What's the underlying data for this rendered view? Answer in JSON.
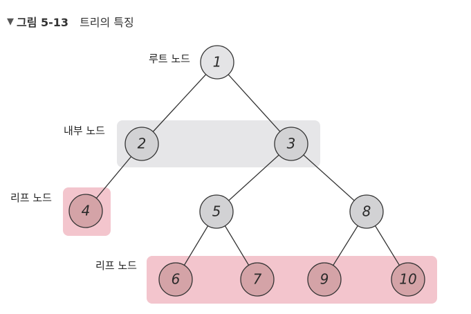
{
  "caption": {
    "marker": "▼",
    "figure": "그림 5-13",
    "title": "트리의 특징"
  },
  "labels": {
    "root": "루트 노드",
    "internal": "내부 노드",
    "leaf_left": "리프 노드",
    "leaf_bottom": "리프 노드"
  },
  "nodes": [
    {
      "id": "n1",
      "label": "1",
      "kind": "root"
    },
    {
      "id": "n2",
      "label": "2",
      "kind": "internal"
    },
    {
      "id": "n3",
      "label": "3",
      "kind": "internal"
    },
    {
      "id": "n4",
      "label": "4",
      "kind": "leaf"
    },
    {
      "id": "n5",
      "label": "5",
      "kind": "internal"
    },
    {
      "id": "n8",
      "label": "8",
      "kind": "internal"
    },
    {
      "id": "n6",
      "label": "6",
      "kind": "leaf"
    },
    {
      "id": "n7",
      "label": "7",
      "kind": "leaf"
    },
    {
      "id": "n9",
      "label": "9",
      "kind": "leaf"
    },
    {
      "id": "n10",
      "label": "10",
      "kind": "leaf"
    }
  ],
  "edges": [
    [
      "n1",
      "n2"
    ],
    [
      "n1",
      "n3"
    ],
    [
      "n2",
      "n4"
    ],
    [
      "n3",
      "n5"
    ],
    [
      "n3",
      "n8"
    ],
    [
      "n5",
      "n6"
    ],
    [
      "n5",
      "n7"
    ],
    [
      "n8",
      "n9"
    ],
    [
      "n8",
      "n10"
    ]
  ],
  "colors": {
    "root_fill": "#e4e4e6",
    "internal_fill": "#d2d2d4",
    "internal_region": "#e6e6e8",
    "leaf_fill": "#d4a3a7",
    "leaf_region": "#f3c5cd",
    "stroke": "#333333"
  }
}
